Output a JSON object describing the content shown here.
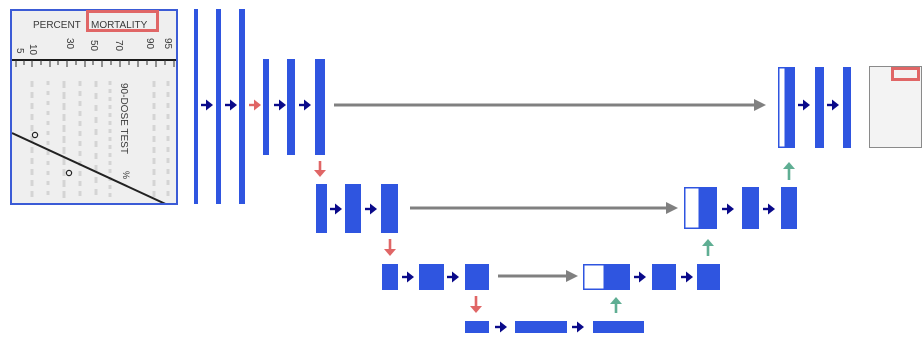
{
  "input_image": {
    "header_left": "PERCENT",
    "header_highlighted": "MORTALITY",
    "scale_labels": [
      "5",
      "10",
      "30",
      "50",
      "70",
      "90",
      "95"
    ],
    "side_label": "90-DOSE TEST"
  },
  "colors": {
    "block": "#2f55e0",
    "arrow_conv": "#0a0a8a",
    "arrow_down": "#e06666",
    "arrow_up": "#5fae93",
    "skip": "#808080",
    "highlight": "#e06666"
  }
}
